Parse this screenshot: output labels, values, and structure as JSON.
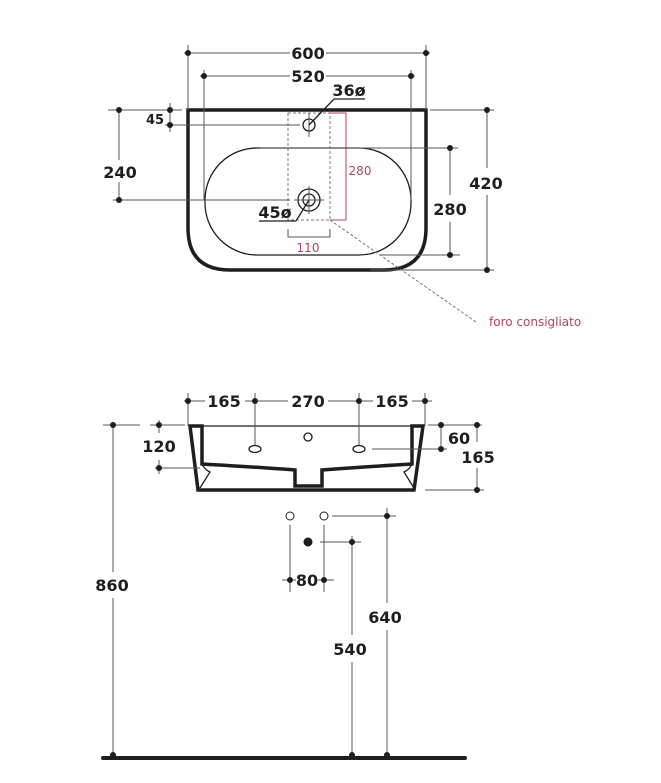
{
  "top_view": {
    "width_outer": "600",
    "width_inner": "520",
    "tap_hole": "36ø",
    "drain_hole": "45ø",
    "tap_offset": "45",
    "drain_offset": "240",
    "basin_depth": "280",
    "overall_depth": "420",
    "recommended_zone_height": "280",
    "recommended_zone_width": "110",
    "recommended_hole_label": "foro consigliato"
  },
  "side_view": {
    "left_spacing": "165",
    "center_spacing": "270",
    "right_spacing": "165",
    "overflow_height": "120",
    "overflow_from_top": "60",
    "total_height": "165",
    "rim_height": "860",
    "supply_spacing": "80",
    "waste_height": "540",
    "supply_height": "640"
  },
  "colors": {
    "line": "#1e1e1e",
    "accent": "#b0455a"
  }
}
